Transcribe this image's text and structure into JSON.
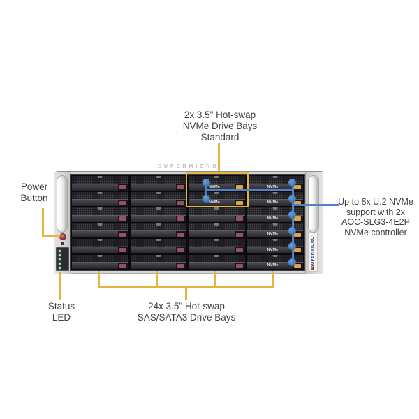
{
  "colors": {
    "annotation_yellow": "#e3b43e",
    "annotation_blue": "#4d82c4",
    "annotation_blue_dot": "#3b74b6",
    "text": "#3f3f3f",
    "nvme_latch_orange": "#e0a33e",
    "sas_latch_maroon": "#93525f",
    "brand_blue": "#1c3f78",
    "brand_red": "#c4342b",
    "led_green": "#b2e8a6"
  },
  "annotations": {
    "nvme_bays": {
      "lines": [
        "2x 3.5\" Hot-swap",
        "NVMe Drive Bays",
        "Standard"
      ]
    },
    "power_button": {
      "lines": [
        "Power",
        "Button"
      ]
    },
    "status_led": {
      "lines": [
        "Status",
        "LED"
      ]
    },
    "nvme_support": {
      "lines": [
        "Up to 8x U.2 NVMe",
        "support with 2x",
        "AOC-SLG3-4E2P",
        "NVMe controller"
      ]
    },
    "sas_bays": {
      "lines": [
        "24x 3.5\" Hot-swap",
        "SAS/SATA3 Drive Bays"
      ]
    }
  },
  "chassis": {
    "lid_branding": "SUPERMICRO",
    "ear_branding": "SUPERMICRO",
    "drive_grid": {
      "rows": 6,
      "cols": 4,
      "total_bays": 24,
      "drive_bay_label": "NVMe",
      "nvme_bays": [
        [
          0,
          2
        ],
        [
          1,
          2
        ],
        [
          0,
          3
        ],
        [
          1,
          3
        ],
        [
          2,
          3
        ],
        [
          3,
          3
        ],
        [
          4,
          3
        ],
        [
          5,
          3
        ]
      ],
      "status_led_count": 5
    }
  }
}
